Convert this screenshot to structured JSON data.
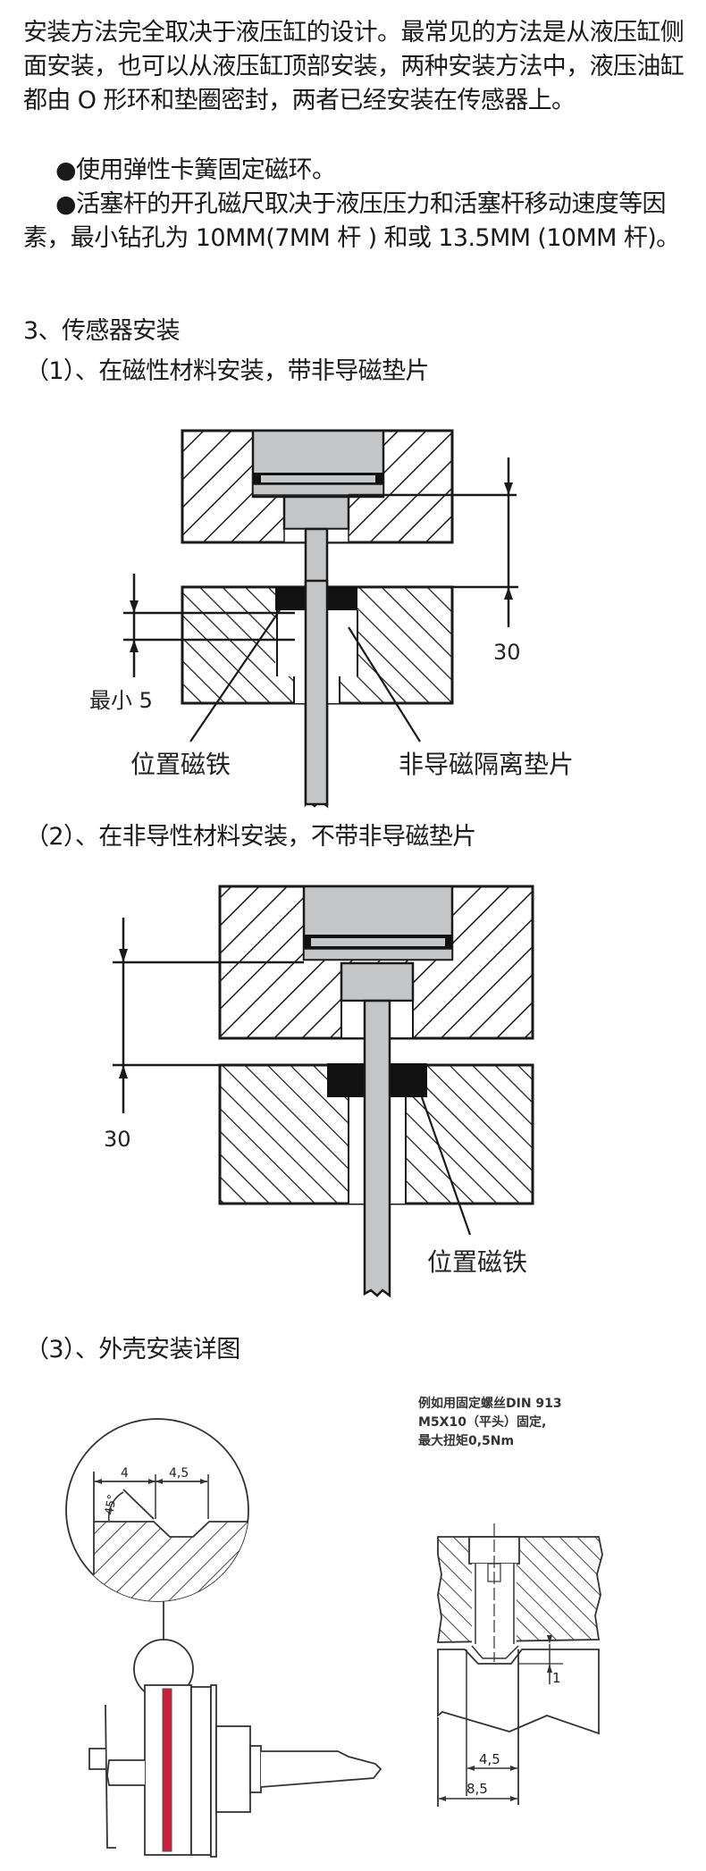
{
  "intro": {
    "paragraph": "安装方法完全取决于液压缸的设计。最常见的方法是从液压缸侧面安装，也可以从液压缸顶部安装，两种安装方法中，液压油缸都由 O 形环和垫圈密封，两者已经安装在传感器上。",
    "bullet_1": "●使用弹性卡簧固定磁环。",
    "bullet_2": "●活塞杆的开孔磁尺取决于液压压力和活塞杆移动速度等因素，最小钻孔为 10MM(7MM 杆 ) 和或 13.5MM (10MM 杆)。"
  },
  "section": {
    "title": "3、传感器安装"
  },
  "figure_1": {
    "caption": "（1）、在磁性材料安装，带非导磁垫片",
    "dim_label": "30",
    "min_label": "最小 5",
    "magnet_label": "位置磁铁",
    "spacer_label": "非导磁隔离垫片"
  },
  "figure_2": {
    "caption": "（2）、在非导性材料安装，不带非导磁垫片",
    "dim_label": "30",
    "magnet_label": "位置磁铁"
  },
  "figure_3": {
    "caption": "（3）、外壳安装详图",
    "detail_dim_a": "4",
    "detail_dim_b": "4,5",
    "detail_angle": "45°",
    "note_line_1": "例如用固定螺丝DIN 913",
    "note_line_2": "M5X10（平头）固定,",
    "note_line_3": "最大扭矩0,5Nm",
    "screw_dim_depth": "1",
    "screw_dim_inner": "4,5",
    "screw_dim_outer": "8,5",
    "seal_color": "#c8203a"
  },
  "colors": {
    "hatch": "#1a1a1a",
    "metal_gray": "#c4c6c8",
    "magnet": "#111111"
  }
}
